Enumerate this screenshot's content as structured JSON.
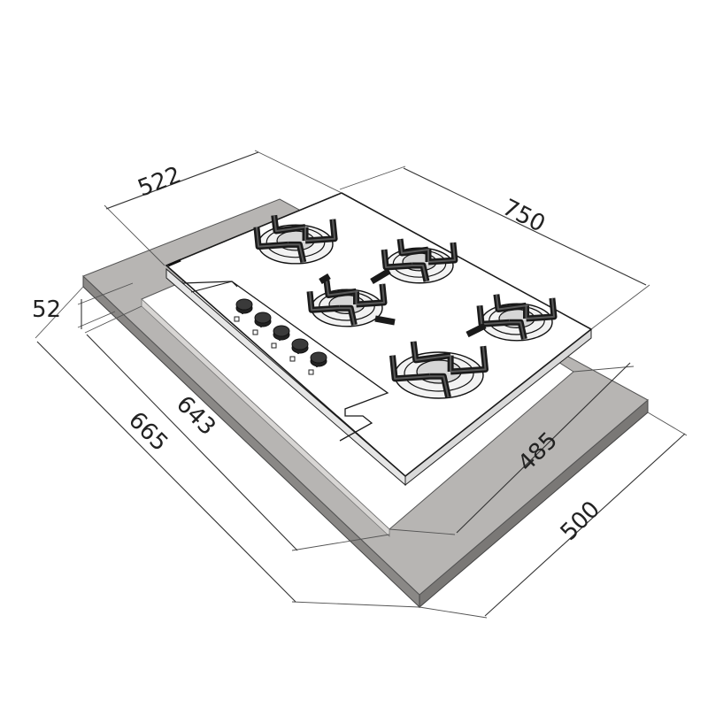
{
  "dimensions": {
    "hob_depth": "522",
    "hob_width": "750",
    "hob_thickness": "52",
    "cutout_depth": "485",
    "cutout_width": "643",
    "counter_depth": "500",
    "counter_width": "665"
  },
  "colors": {
    "countertop": "#b7b5b3",
    "countertop_edge": "#6e6c6a",
    "glass_top": "#ffffff",
    "outline": "#1a1a1a",
    "dimension": "#333333"
  },
  "burners": {
    "count": 5,
    "control_knobs": 5
  },
  "icons": [
    "pan-support-icon",
    "burner-icon",
    "control-knob-icon",
    "burner-symbol-icon"
  ]
}
